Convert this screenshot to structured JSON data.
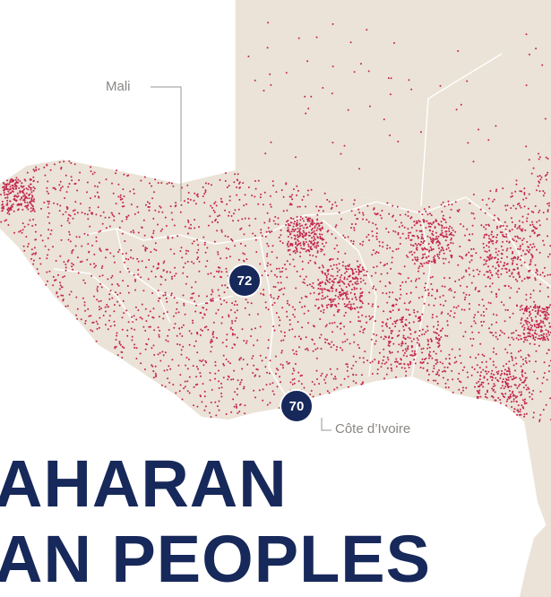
{
  "map": {
    "colors": {
      "land": "#ebe3d7",
      "dots": "#c4264e",
      "borders": "#ffffff",
      "badge": "#17285a",
      "headline": "#17285a",
      "label": "#8a8784",
      "leader": "#9a9794"
    },
    "labels": {
      "mali": "Mali",
      "cote_divoire": "Côte d’Ivoire"
    },
    "markers": [
      {
        "id": "mali",
        "value": "72"
      },
      {
        "id": "cote-divoire",
        "value": "70"
      }
    ]
  },
  "headline": {
    "line1": "AHARAN",
    "line2": "AN PEOPLES"
  }
}
